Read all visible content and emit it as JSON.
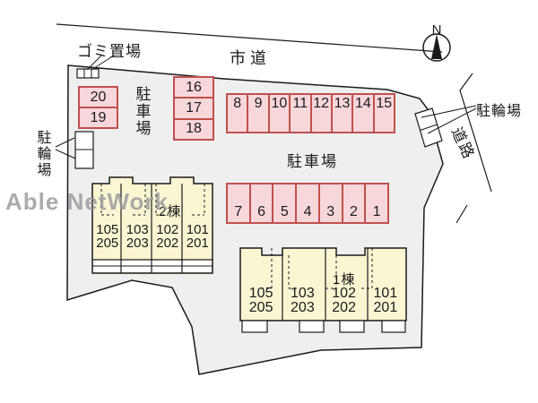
{
  "watermark": "Able NetWork",
  "compass": {
    "label": "N"
  },
  "labels": {
    "garbage": "ゴミ置場",
    "city_road": "市道",
    "parking_lot_vertical": "駐車場",
    "parking_lot_center": "駐車場",
    "bicycle_left": "駐輪場",
    "bicycle_right": "駐輪場",
    "road_right": "道路"
  },
  "parking": {
    "box_left": [
      "20",
      "19"
    ],
    "box_mid": [
      "16",
      "17",
      "18"
    ],
    "row_top": [
      "8",
      "9",
      "10",
      "11",
      "12",
      "13",
      "14",
      "15"
    ],
    "row_bottom": [
      "7",
      "6",
      "5",
      "4",
      "3",
      "2",
      "1"
    ]
  },
  "buildings": {
    "b2": {
      "name": "2棟",
      "units": [
        {
          "upper": "105",
          "lower": "205"
        },
        {
          "upper": "103",
          "lower": "203"
        },
        {
          "upper": "102",
          "lower": "202"
        },
        {
          "upper": "101",
          "lower": "201"
        }
      ]
    },
    "b1": {
      "name": "1棟",
      "units": [
        {
          "upper": "105",
          "lower": "205"
        },
        {
          "upper": "103",
          "lower": "203"
        },
        {
          "upper": "102",
          "lower": "202"
        },
        {
          "upper": "101",
          "lower": "201"
        }
      ]
    }
  },
  "colors": {
    "site_fill": "#efefef",
    "parking_fill": "#f8d7da",
    "parking_border": "#c0504d",
    "building_fill": "#fbf6d2",
    "line": "#1a1a1a",
    "watermark": "#97979c"
  }
}
